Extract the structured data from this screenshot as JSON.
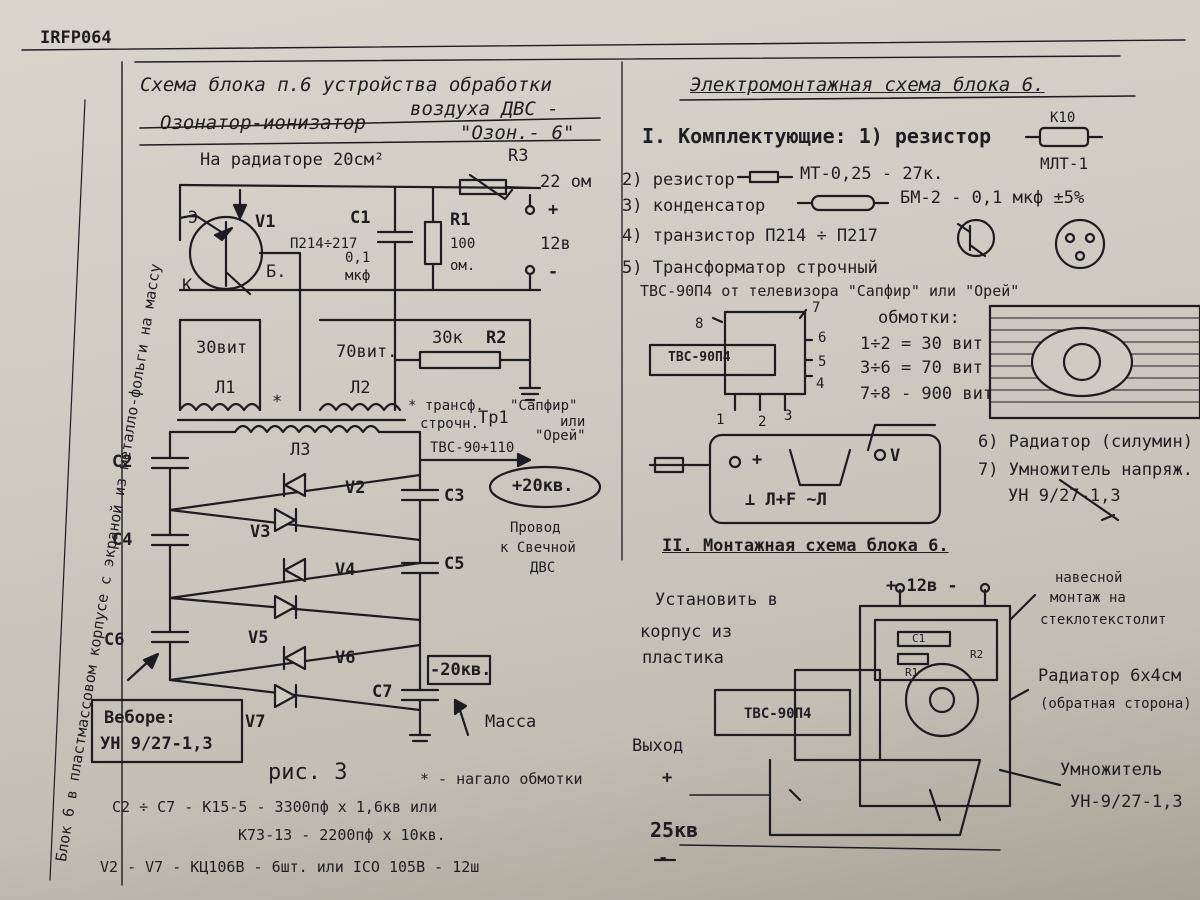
{
  "doc_code": "IRFP064",
  "margin_note": "Блок 6 в пластмассовом корпусе с экраной из металло-фольги на массу",
  "left": {
    "title_line1": "Схема блока п.6 устройства обработки",
    "title_line2": "воздуха ДВС -",
    "title_line3": "Озонатор-ионизатор",
    "title_name": "\"Озон.- 6\"",
    "radiator_note": "На радиаторе 20см²",
    "labels": {
      "E": "Э",
      "V1": "V1",
      "V1_type": "П214÷217",
      "K": "К",
      "B": "Б.",
      "C1": "С1",
      "C1_val": "0,1",
      "C1_unit": "мкф",
      "R1": "R1",
      "R1_val": "100",
      "R1_unit": "ом.",
      "R3": "R3",
      "R3_val": "22 ом",
      "plus": "+",
      "volt": "12в",
      "minus": "-",
      "w30": "30вит",
      "w70": "70вит.",
      "R2_val": "30к",
      "R2": "R2",
      "L1": "Л1",
      "L2": "Л2",
      "star1": "*",
      "star2": "* трансф.",
      "strochn": "строчн.",
      "tr1": "Тр1",
      "sapfir": "\"Сапфир\"",
      "ili": "или",
      "orey": "\"Орей\"",
      "tvs": "ТВС-90+110",
      "L3": "Л3",
      "C2": "С2",
      "C3": "С3",
      "C4": "С4",
      "C5": "С5",
      "C6": "С6",
      "C7": "С7",
      "V2": "V2",
      "V3": "V3",
      "V4": "V4",
      "V5": "V5",
      "V6": "V6",
      "V7": "V7",
      "plus20": "+20кв.",
      "minus20": "-20кв.",
      "wire1": "Провод",
      "wire2": "к Свечной",
      "wire3": "ДВС",
      "mass": "Масса"
    },
    "vebore_1": "Веборе:",
    "vebore_2": "УН 9/27-1,3",
    "fig": "рис. 3",
    "star_note": "* - нагало обмотки",
    "parts_1": "С2 ÷ С7 - К15-5 - 3300пф x 1,6кв или",
    "parts_2": "К73-13 - 2200пф x 10кв.",
    "parts_3": "V2 - V7 - КЦ106В - 6шт. или ICO 105B - 12ш"
  },
  "right": {
    "title": "Электромонтажная схема блока 6.",
    "sec1": "I. Комплектующие: 1) резистор",
    "k10": "К10",
    "mlt": "МЛТ-1",
    "item2": "2) резистор",
    "item2_val": "МТ-0,25 - 27к.",
    "item3": "3) конденсатор",
    "item3_val": "БМ-2 - 0,1 мкф ±5%",
    "item4": "4) транзистор П214 ÷ П217",
    "item5": "5) Трансформатор строчный",
    "item5_b": "ТВС-90П4 от телевизора \"Сапфир\" или \"Орей\"",
    "tvs_label": "ТВС-90П4",
    "windings_title": "обмотки:",
    "w1": "1÷2 = 30 вит",
    "w2": "3÷6 = 70 вит",
    "w3": "7÷8 - 900 вит",
    "pins": [
      "8",
      "7",
      "6",
      "5",
      "4",
      "1",
      "2",
      "3"
    ],
    "item6": "6) Радиатор (силумин)",
    "item7": "7) Умножитель напряж.",
    "item7_val": "УН 9/27-1,3",
    "mult_marks": "⊥ Л+F ~Л",
    "mult_plus": "+",
    "mult_v": "V",
    "sec2": "II. Монтажная схема блока 6.",
    "install_1": "Установить в",
    "install_2": "корпус из",
    "install_3": "пластика",
    "supply": "+ 12в -",
    "hang_1": "навесной",
    "hang_2": "монтаж на",
    "hang_3": "стеклотекстолит",
    "radiator_1": "Радиатор 6x4см",
    "radiator_2": "(обратная сторона)",
    "mult_1": "Умножитель",
    "mult_2": "УН-9/27-1,3",
    "out": "Выход",
    "out_plus": "+",
    "kv": "25кв",
    "out_minus": "-",
    "board_c1": "С1",
    "board_r1": "R1",
    "board_r2": "R2",
    "board_tvs": "ТВС-90П4"
  }
}
